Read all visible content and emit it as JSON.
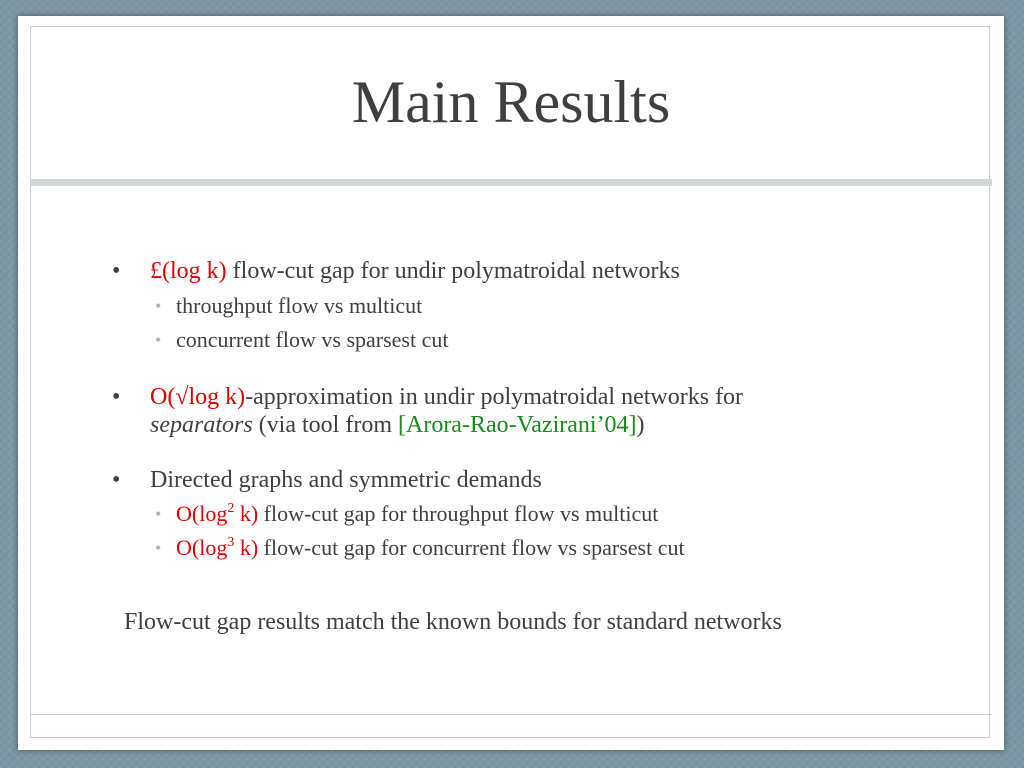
{
  "slide": {
    "title": "Main Results"
  },
  "bullets": {
    "b1": {
      "marker": "•",
      "highlight": "£(log k)",
      "text": " flow-cut gap for undir polymatroidal networks",
      "subs": [
        {
          "marker": "•",
          "text": "throughput flow vs multicut"
        },
        {
          "marker": "•",
          "text": "concurrent flow vs sparsest cut"
        }
      ]
    },
    "b2": {
      "marker": "•",
      "highlight": "O(√log k)",
      "text": "-approximation in undir polymatroidal networks for",
      "line2_italic": "separators",
      "line2_text": " (via tool from ",
      "citation": "[Arora-Rao-Vazirani’04]",
      "line2_close": ")"
    },
    "b3": {
      "marker": "•",
      "text": "Directed graphs and symmetric demands",
      "subs": [
        {
          "marker": "•",
          "hl_pre": "O(log",
          "sup": "2",
          "hl_post": " k)",
          "text": " flow-cut gap for throughput flow vs multicut"
        },
        {
          "marker": "•",
          "hl_pre": "O(log",
          "sup": "3",
          "hl_post": " k)",
          "text": " flow-cut gap for concurrent flow vs sparsest cut"
        }
      ]
    }
  },
  "conclusion": {
    "text": "Flow-cut gap results match the known bounds for standard networks"
  },
  "colors": {
    "highlight": "#e00000",
    "citation": "#1a8a1a",
    "body_text": "#404040",
    "sub_bullet": "#a9b7c2",
    "background": "#7f97a4"
  }
}
